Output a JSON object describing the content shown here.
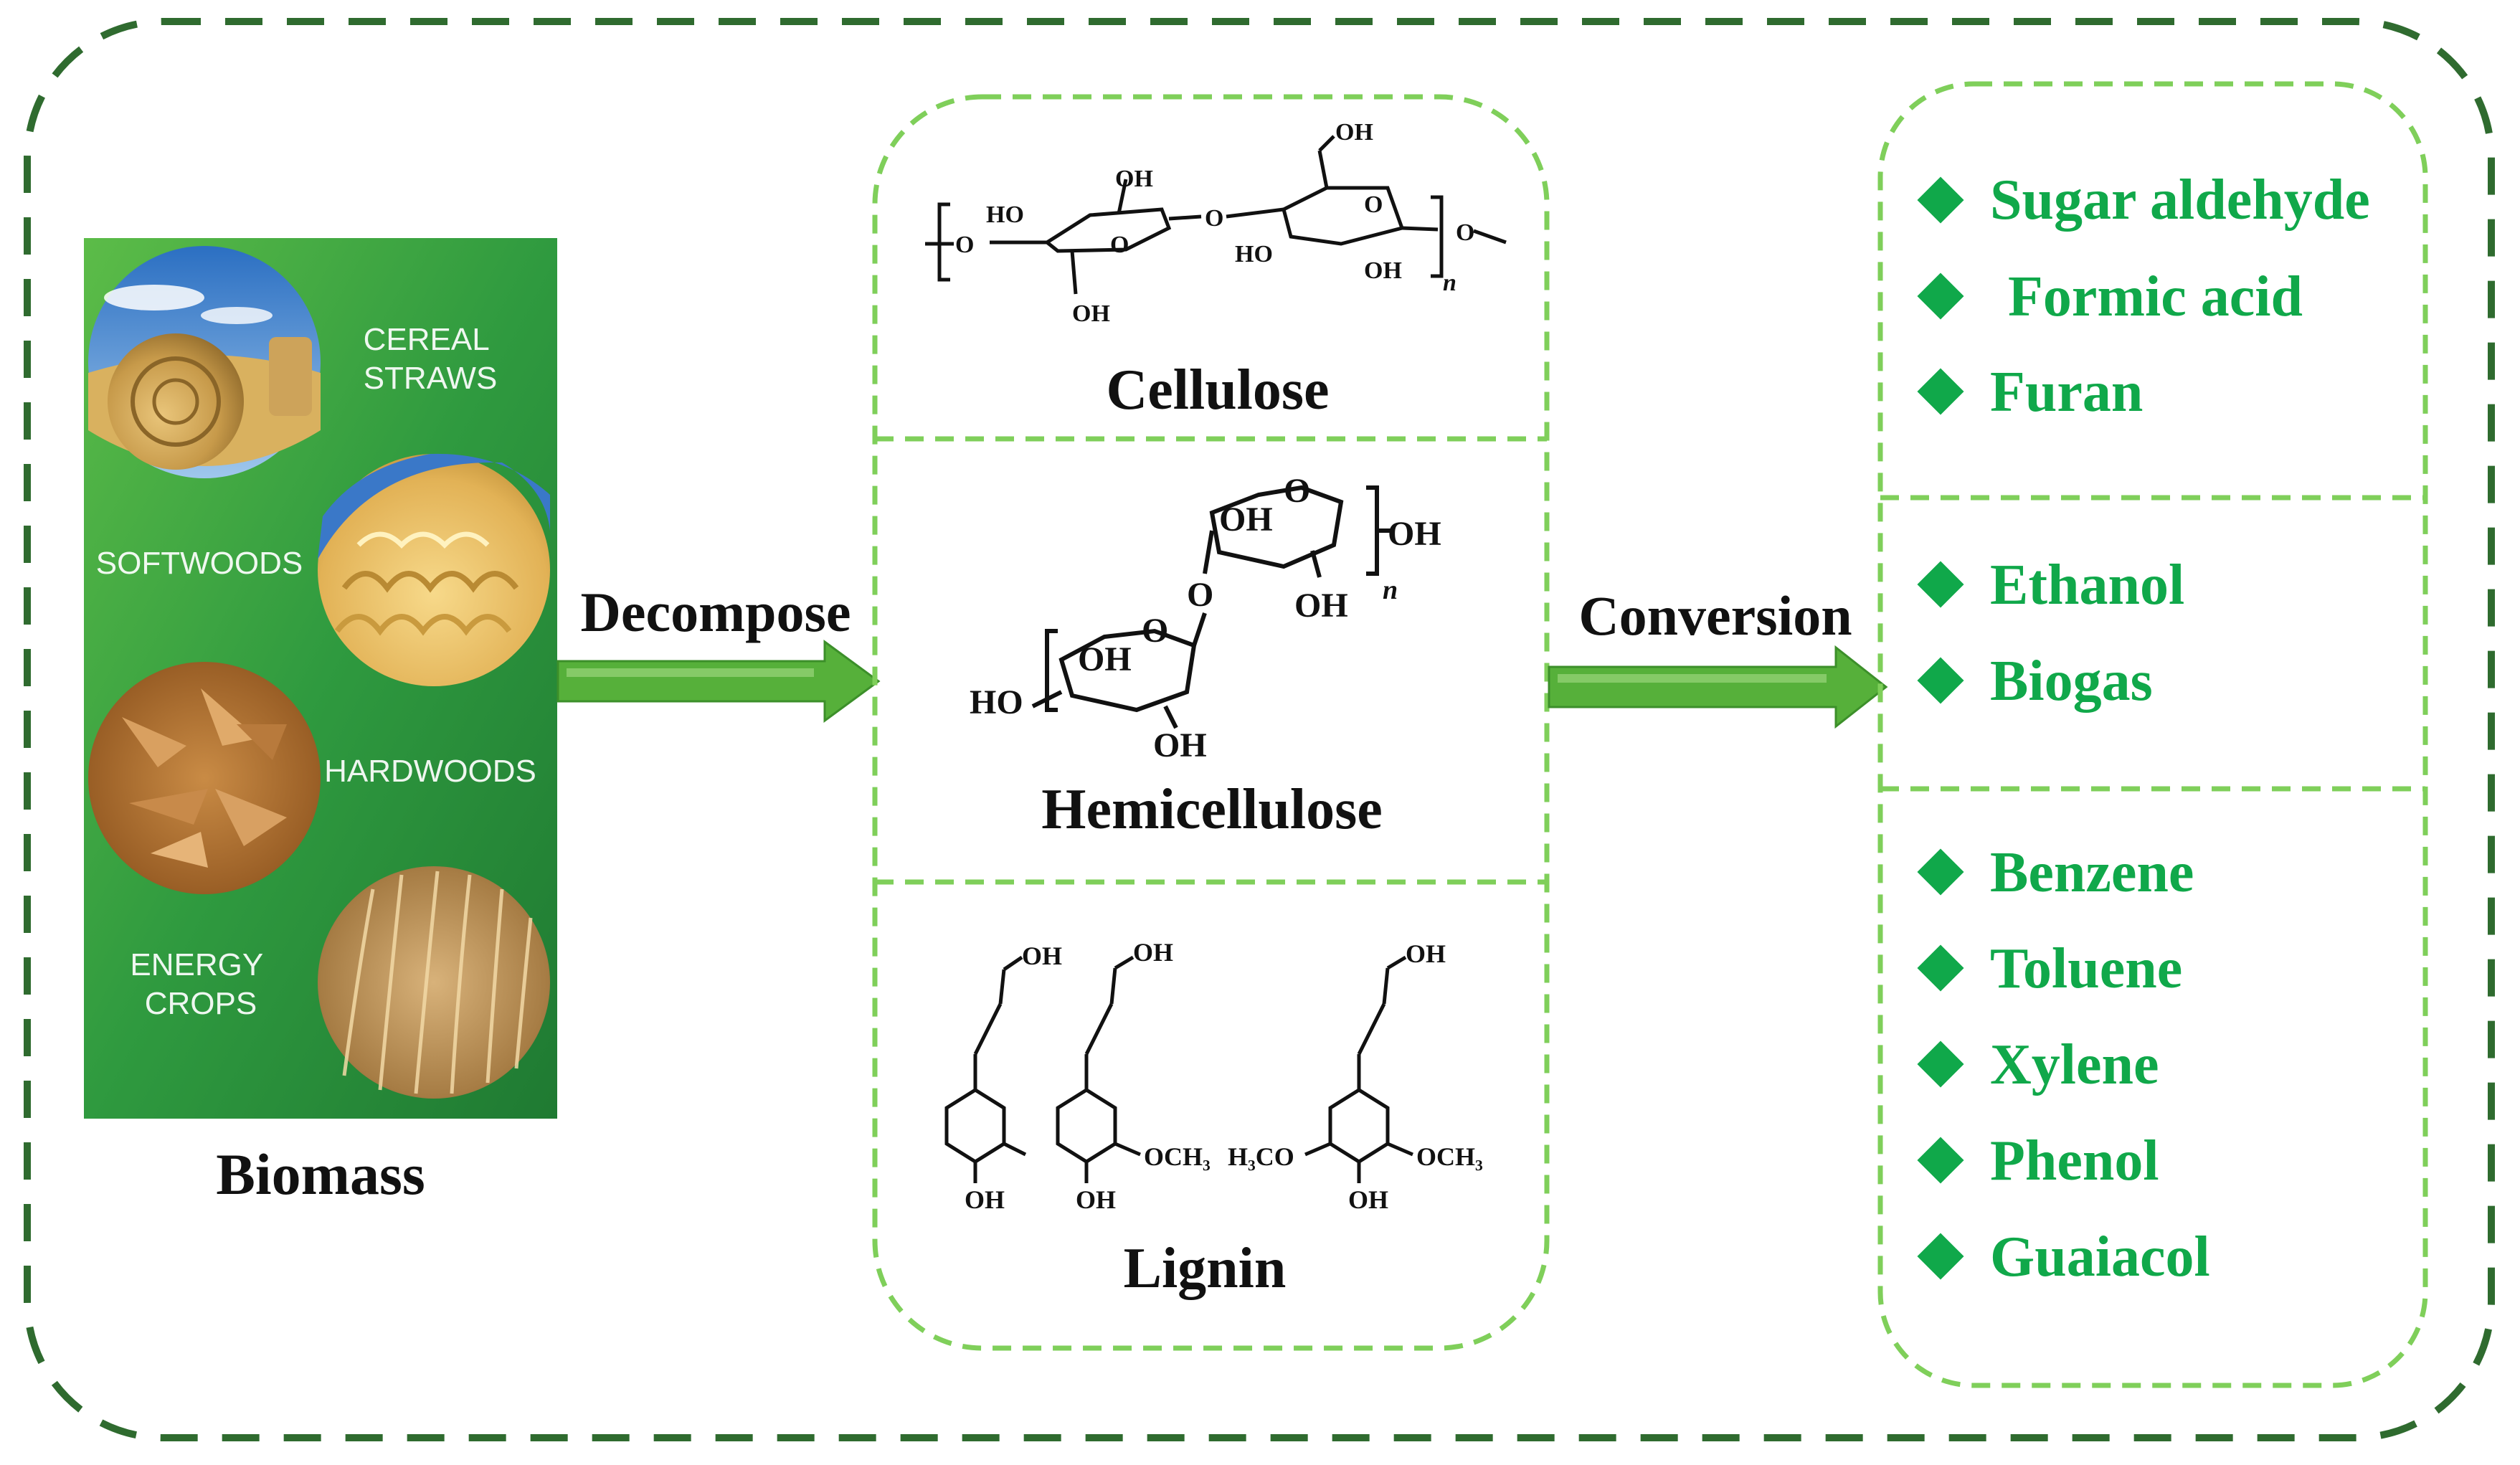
{
  "biomass": {
    "title": "Biomass",
    "categories": [
      {
        "lines": [
          "CEREAL",
          "STRAWS"
        ]
      },
      {
        "lines": [
          "SOFTWOODS"
        ]
      },
      {
        "lines": [
          "HARDWOODS"
        ]
      },
      {
        "lines": [
          "ENERGY",
          "CROPS"
        ]
      }
    ]
  },
  "arrows": {
    "decompose": "Decompose",
    "conversion": "Conversion"
  },
  "components": {
    "cellulose": "Cellulose",
    "hemicellulose": "Hemicellulose",
    "lignin": "Lignin"
  },
  "chem_labels": {
    "oh": "OH",
    "ho": "HO",
    "o": "O",
    "n": "n",
    "och3": "OCH₃",
    "h3co": "H₃CO"
  },
  "products": {
    "group1": [
      "Sugar aldehyde",
      "Formic acid",
      "Furan"
    ],
    "group2": [
      "Ethanol",
      "Biogas"
    ],
    "group3": [
      "Benzene",
      "Toluene",
      "Xylene",
      "Phenol",
      "Guaiacol"
    ]
  },
  "colors": {
    "outer_border": "#2f6b2f",
    "inner_border": "#7fcf5a",
    "product_text": "#10a84a",
    "arrow_fill": "#56b03a",
    "panel_green": "#2f9a3f"
  }
}
